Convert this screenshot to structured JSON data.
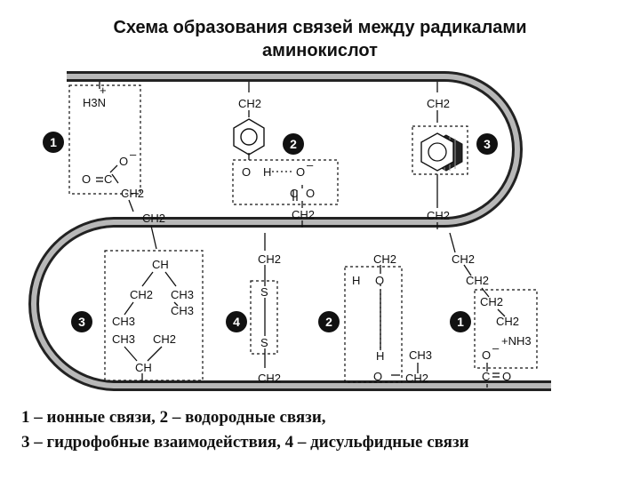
{
  "title": {
    "line1": "Схема образования связей между радикалами",
    "line2": "аминокислот"
  },
  "badges": {
    "ionic": "1",
    "hydrogen": "2",
    "hydrophobic": "3",
    "disulfide": "4"
  },
  "chem": {
    "h3n": "H3N",
    "ch2": "CH2",
    "ch": "CH",
    "ch3": "CH3",
    "o_minus": "O",
    "o": "O",
    "h": "H",
    "c": "C",
    "s": "S",
    "nh3": "+NH3"
  },
  "legend": {
    "line1": "1 – ионные связи, 2 – водородные связи,",
    "line2": "3 – гидрофобные взаимодействия, 4 – дисульфидные связи"
  }
}
